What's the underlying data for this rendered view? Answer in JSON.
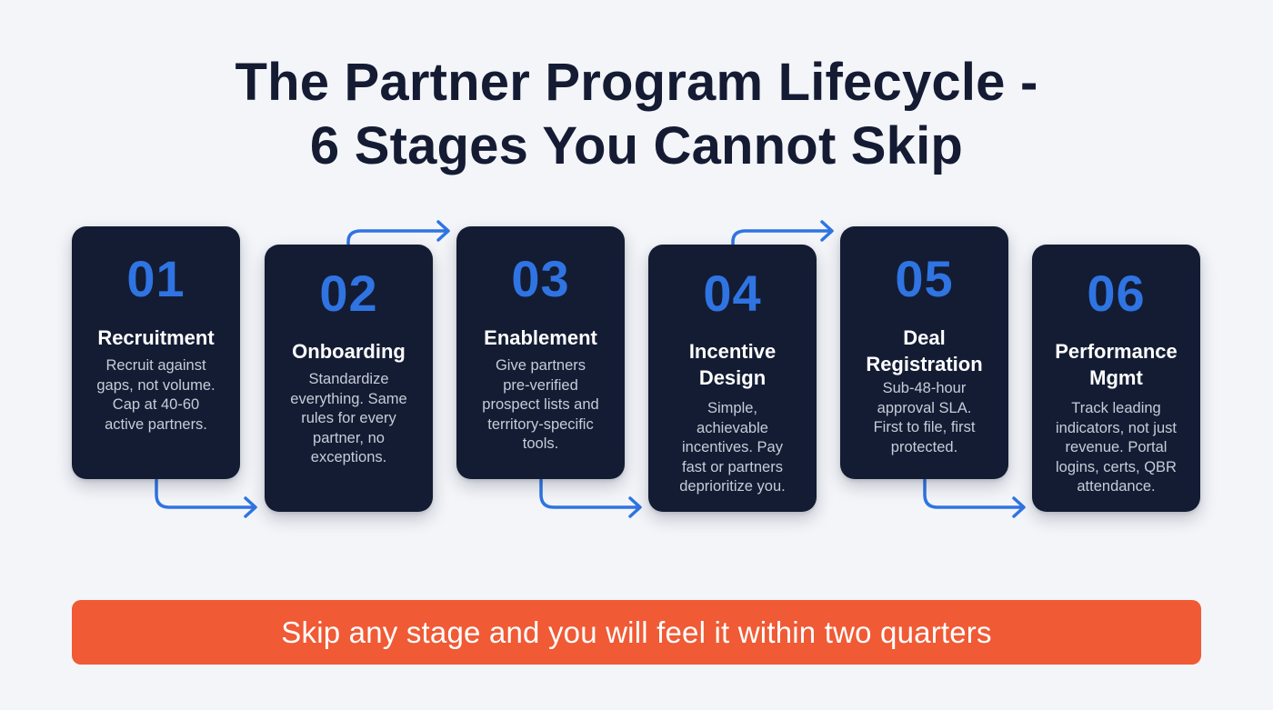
{
  "title": {
    "line1": "The Partner Program Lifecycle -",
    "line2": "6 Stages You Cannot Skip"
  },
  "colors": {
    "background": "#F3F5F9",
    "card": "#131C33",
    "accent_blue": "#2F74E2",
    "banner": "#F05A35",
    "title_text": "#141B33"
  },
  "stages": [
    {
      "number": "01",
      "name": "Recruitment",
      "name_lines": [
        "Recruitment"
      ],
      "description": "Recruit against gaps, not volume. Cap at 40-60 active partners.",
      "desc_lines": [
        "Recruit against",
        "gaps, not volume.",
        "Cap at 40-60",
        "active partners."
      ]
    },
    {
      "number": "02",
      "name": "Onboarding",
      "name_lines": [
        "Onboarding"
      ],
      "description": "Standardize everything. Same rules for every partner, no exceptions.",
      "desc_lines": [
        "Standardize",
        "everything. Same",
        "rules for every",
        "partner, no",
        "exceptions."
      ]
    },
    {
      "number": "03",
      "name": "Enablement",
      "name_lines": [
        "Enablement"
      ],
      "description": "Give partners pre-verified prospect lists and territory-specific tools.",
      "desc_lines": [
        "Give partners",
        "pre-verified",
        "prospect lists and",
        "territory-specific",
        "tools."
      ]
    },
    {
      "number": "04",
      "name": "Incentive Design",
      "name_lines": [
        "Incentive",
        "Design"
      ],
      "description": "Simple, achievable incentives. Pay fast or partners deprioritize you.",
      "desc_lines": [
        "Simple,",
        "achievable",
        "incentives. Pay",
        "fast or partners",
        "deprioritize you."
      ]
    },
    {
      "number": "05",
      "name": "Deal Registration",
      "name_lines": [
        "Deal",
        "Registration"
      ],
      "description": "Sub-48-hour approval SLA. First to file, first protected.",
      "desc_lines": [
        "Sub-48-hour",
        "approval SLA.",
        "First to file, first",
        "protected."
      ]
    },
    {
      "number": "06",
      "name": "Performance Mgmt",
      "name_lines": [
        "Performance",
        "Mgmt"
      ],
      "description": "Track leading indicators, not just revenue. Portal logins, certs, QBR attendance.",
      "desc_lines": [
        "Track leading",
        "indicators, not just",
        "revenue. Portal",
        "logins, certs, QBR",
        "attendance."
      ]
    }
  ],
  "icons": {
    "connector": "arrow-right-icon"
  },
  "banner": {
    "text": "Skip any stage and you will feel it within two quarters"
  }
}
